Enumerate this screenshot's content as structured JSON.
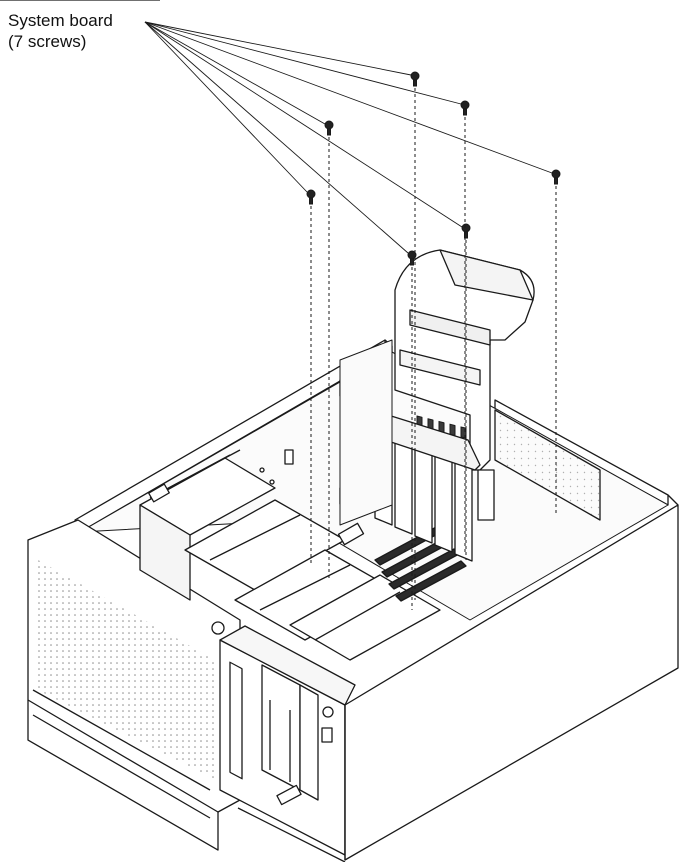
{
  "callout": {
    "line1": "System board",
    "line2": "(7 screws)"
  },
  "colors": {
    "stroke": "#1a1a1a",
    "fill": "#ffffff",
    "hatch": "#9a9a9a"
  },
  "parts": {
    "screw_count": 7
  }
}
